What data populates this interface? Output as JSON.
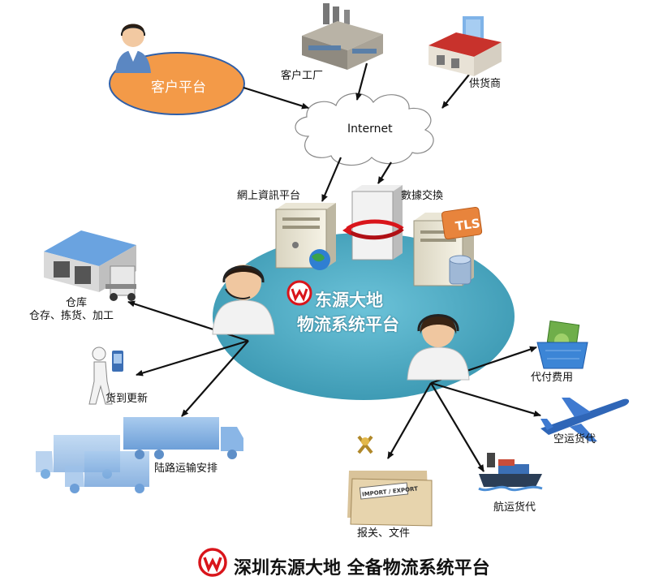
{
  "nodes": {
    "client_platform": "客户平台",
    "customer_factory": "客户工厂",
    "supplier": "供货商",
    "internet": "Internet",
    "web_platform": "網上資訊平台",
    "data_exchange": "數據交換",
    "tls": "TLS",
    "platform_line1": "东源大地",
    "platform_line2": "物流系统平台",
    "warehouse_line1": "仓库",
    "warehouse_line2": "仓存、拣货、加工",
    "delivery_update": "货到更新",
    "land_transport": "陆路运输安排",
    "customs_docs": "报关、文件",
    "ocean_freight": "航运货代",
    "air_freight": "空运货代",
    "payment": "代付费用",
    "import_export_tag": "IMPORT / EXPORT"
  },
  "footer": {
    "title": "深圳东源大地 全备物流系统平台"
  },
  "colors": {
    "platform_ellipse": "#4aa8c1",
    "client_ellipse": "#f39a48",
    "logo_red": "#d9151b",
    "arrow": "#111111",
    "truck_blue": "#7aaee0"
  }
}
